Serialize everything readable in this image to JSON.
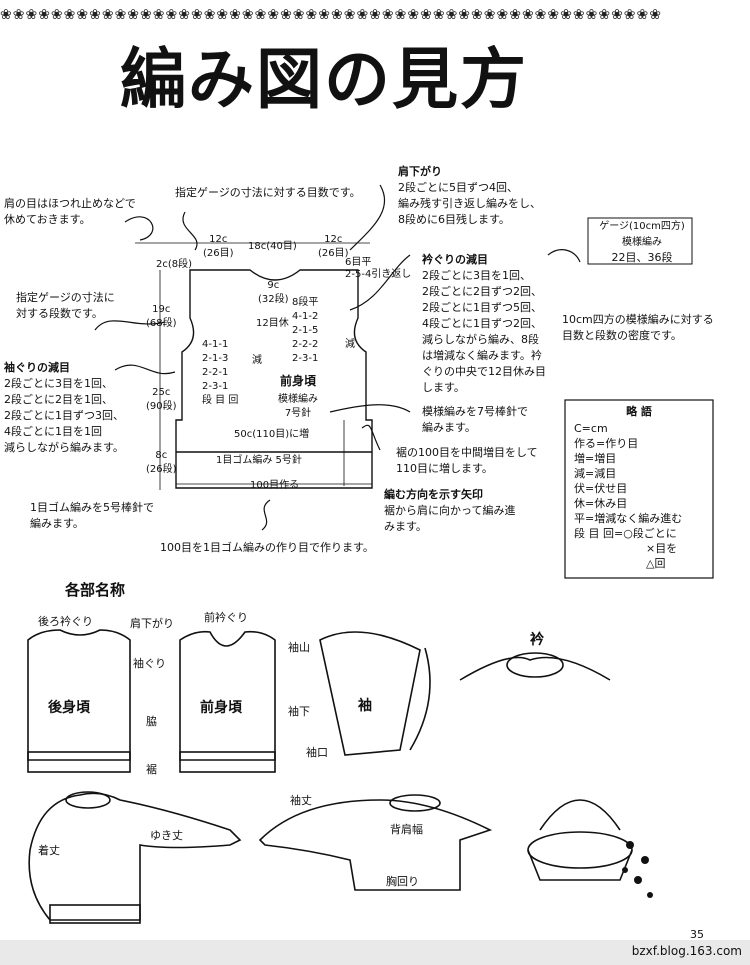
{
  "header": {
    "border_pattern": "❀❀❀❀❀❀❀❀❀❀❀❀❀❀❀❀❀❀❀❀❀❀❀❀❀❀❀❀❀❀❀❀❀❀❀❀❀❀❀❀❀❀❀❀❀❀❀❀❀❀❀❀",
    "title": "編み図の見方"
  },
  "diagram": {
    "gauge_note": "指定ゲージの寸法に対する目数です。",
    "stop_note": "肩の目はほつれ止めなどで\n休めておきます。",
    "gauge_rows_note": "指定ゲージの寸法に\n対する段数です。",
    "armhole_title": "袖ぐりの減目",
    "armhole_body": "2段ごとに3目を1回、\n2段ごとに2目を1回、\n2段ごとに1目ずつ3回、\n4段ごとに1目を1回\n減らしながら編みます。",
    "shoulder_title": "肩下がり",
    "shoulder_body": "2段ごとに5目ずつ4回、\n編み残す引き返し編みをし、\n8段めに6目残します。",
    "neck_title": "衿ぐりの減目",
    "neck_body": "2段ごとに3目を1回、\n2段ごとに2目ずつ2回、\n2段ごとに1目ずつ5回、\n4段ごとに1目ずつ2回、\n減らしながら編み、8段\nは増減なく編みます。衿\nぐりの中央で12目休み目\nします。",
    "gauge_box_title": "ゲージ(10cm四方)",
    "gauge_box_pattern": "模様編み",
    "gauge_box_values": "22目、36段",
    "gauge_box_note": "10cm四方の模様編みに対する\n目数と段数の密度です。",
    "pattern_note": "模様編みを7号棒針で\n編みます。",
    "hem_note": "裾の100目を中間増目をして\n110目に増します。",
    "direction_title": "編む方向を示す矢印",
    "direction_body": "裾から肩に向かって編み進\nみます。",
    "rib_note": "1目ゴム編みを5号棒針で\n編みます。",
    "cast_on_note": "100目を1目ゴム編みの作り目で作ります。",
    "dims": {
      "d1": "12c\n(26目)",
      "d2": "18c(40目)",
      "d3": "12c\n(26目)",
      "d4": "6目平",
      "d5": "2-5-4引き返し",
      "d6": "2c(8段)",
      "d7": "9c\n(32段)",
      "d8": "8段平\n4-1-2\n2-1-5\n2-2-2\n2-3-1",
      "d9": "12目休",
      "d10": "19c\n(68段)",
      "d11": "4-1-1\n2-1-3\n2-2-1\n2-3-1\n段 目 回",
      "d12": "減",
      "d13": "減",
      "d14": "25c\n(90段)",
      "d15": "前身頃",
      "d16": "模様編み\n7号針",
      "d17": "50c(110目)に増",
      "d18": "8c\n(26段)",
      "d19": "1目ゴム編み  5号針",
      "d20": "100目作る"
    }
  },
  "legend": {
    "title": "略 語",
    "lines": [
      "C=cm",
      "作る=作り目",
      "増=増目",
      "減=減目",
      "伏=伏せ目",
      "休=休み目",
      "平=増減なく編み進む",
      "段 目 回=○段ごとに",
      "×目を",
      "△回"
    ]
  },
  "parts": {
    "title": "各部名称",
    "labels": {
      "back_neck": "後ろ衿ぐり",
      "shoulder_slope": "肩下がり",
      "front_neck": "前衿ぐり",
      "armhole": "袖ぐり",
      "back_body": "後身頃",
      "side": "脇",
      "front_body": "前身頃",
      "hem": "裾",
      "sleeve_cap": "袖山",
      "sleeve": "袖",
      "under_arm": "袖下",
      "cuff": "袖口",
      "collar": "衿",
      "length": "着丈",
      "yuki": "ゆき丈",
      "sleeve_len": "袖丈",
      "back_width": "背肩幅",
      "chest": "胸回り"
    }
  },
  "footer": {
    "page_number": "35",
    "site": "bzxf.blog.163.com"
  }
}
